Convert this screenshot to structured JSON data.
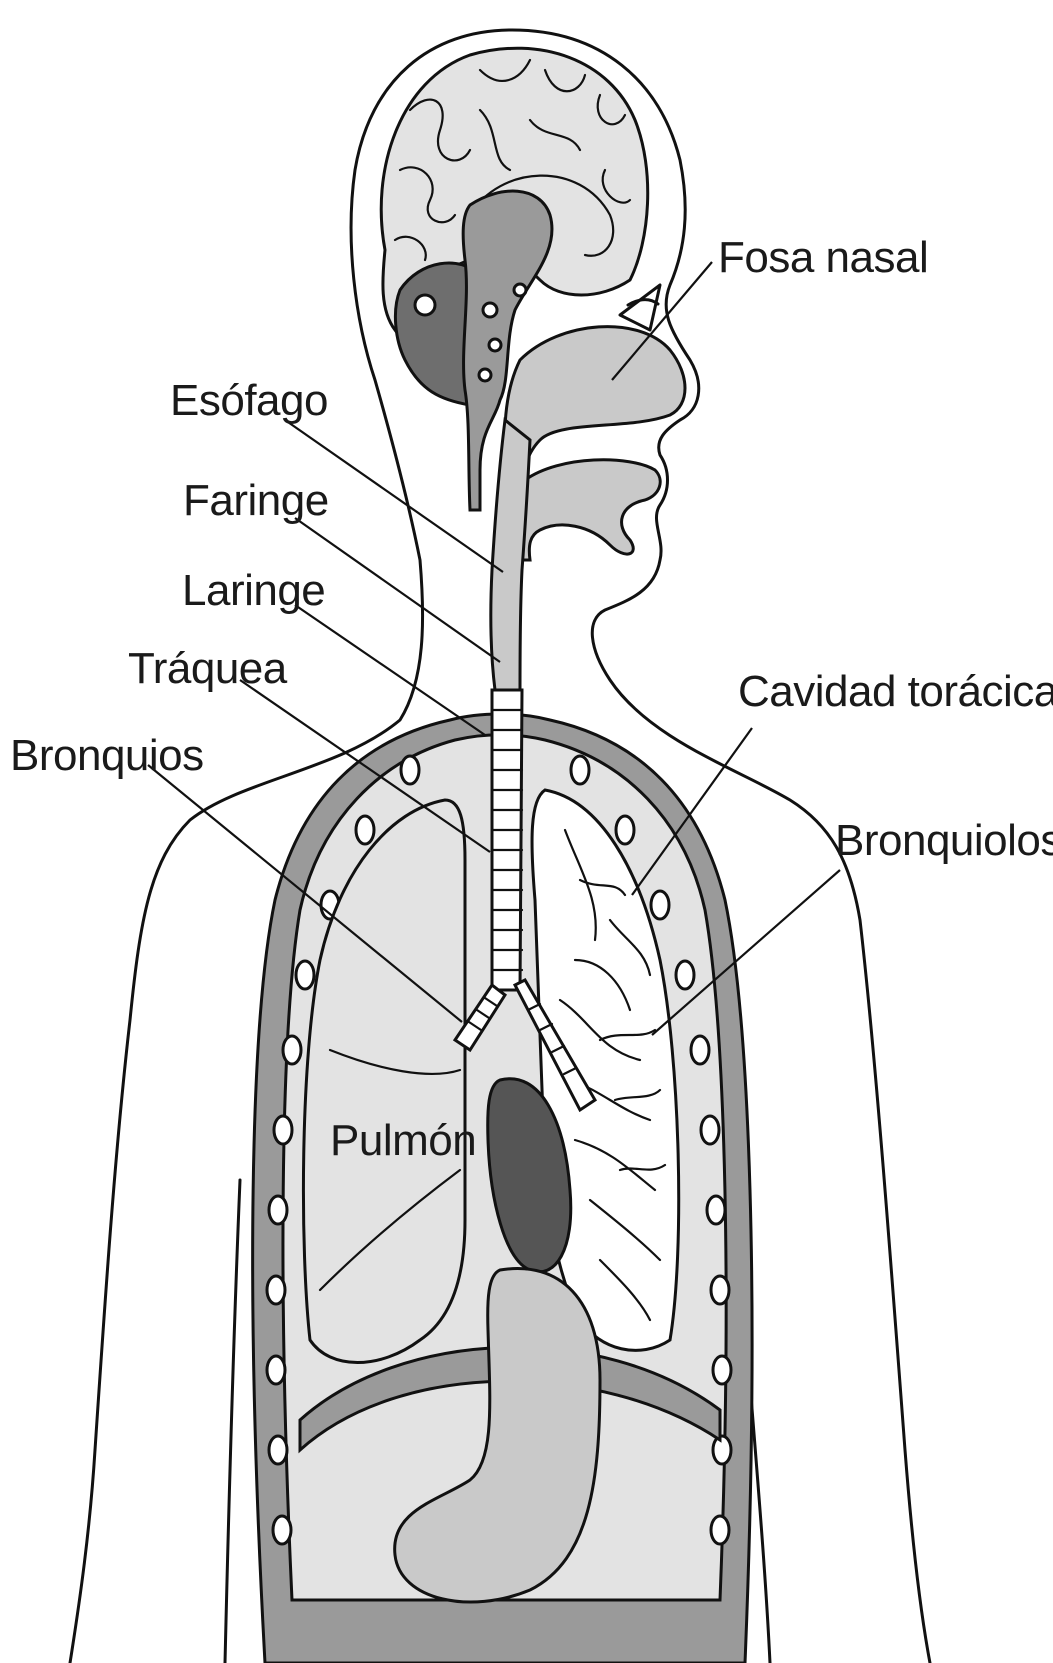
{
  "labels": {
    "fosa_nasal": "Fosa nasal",
    "esofago": "Esófago",
    "faringe": "Faringe",
    "laringe": "Laringe",
    "traquea": "Tráquea",
    "bronquios": "Bronquios",
    "cavidad_toracica": "Cavidad torácica",
    "bronquiolos": "Bronquiolos",
    "pulmon": "Pulmón"
  },
  "colors": {
    "outline": "#111111",
    "dark_gray": "#6e6e6e",
    "mid_gray": "#9a9a9a",
    "light_gray": "#c9c9c9",
    "pale_gray": "#e3e3e3",
    "heart": "#555555",
    "background": "#ffffff"
  }
}
